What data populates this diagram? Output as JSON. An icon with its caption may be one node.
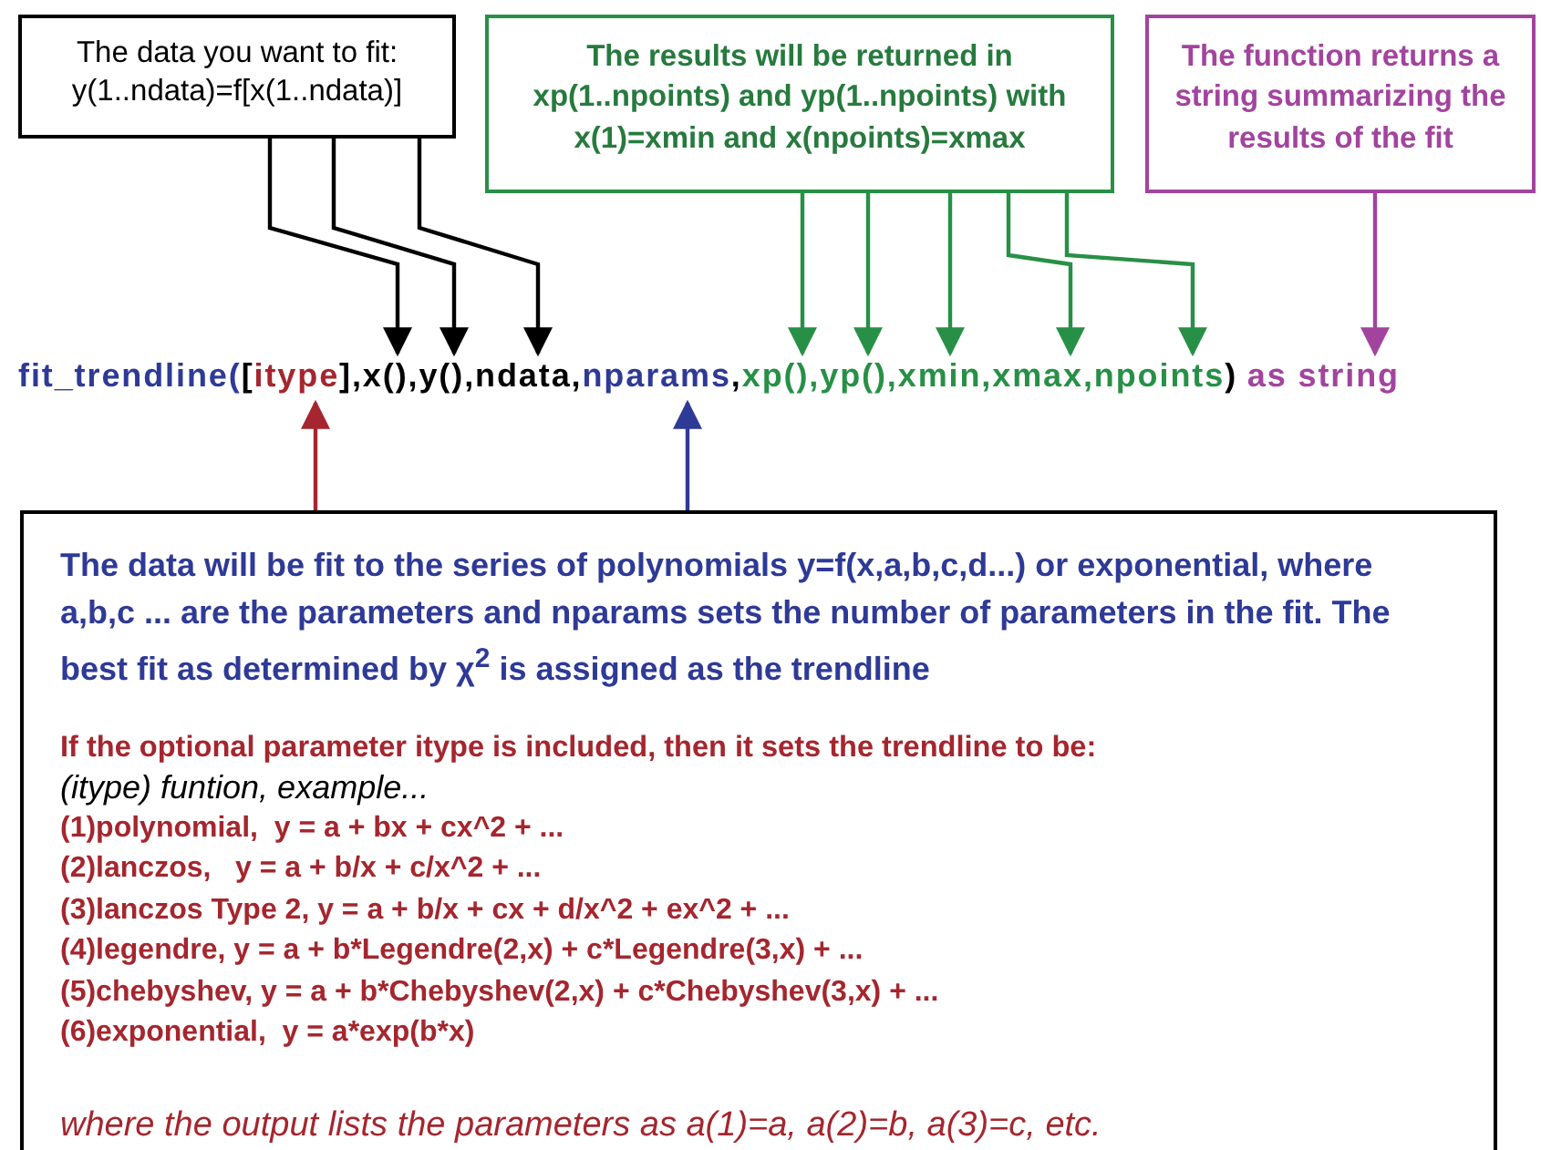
{
  "diagram": {
    "nodes": [
      {
        "text": [
          "The data you want to fit: y(1..ndata)=f[x(1..ndata)]"
        ]
      },
      {
        "text": [
          "The results will be returned in xp(1..npoints) and yp(1..npoints) with x(1)=xmin and x(npoints)=xmax"
        ]
      },
      {
        "text": [
          "The function returns a string summarizing the results of the fit"
        ]
      },
      {
        "text": [
          "fit_trendline(",
          "[",
          "itype",
          "],x(),y(),ndata,",
          "nparams",
          ",",
          "xp(),yp(),xmin,xmax,npoints",
          ")",
          "as string"
        ]
      },
      {
        "text": [
          "The data will be fit to the series of polynomials y=f(x,a,b,c,d...) or exponential, where a,b,c ... are the parameters and nparams sets the number of parameters in the fit.  The best fit as determined by χ$^{2}$ is assigned as the trendline",
          "If the optional parameter itype is included, then it sets the trendline to be:",
          "(itype) funtion, example...",
          "(1)polynomial,  y = a + bx + cx^2 + ...",
          "(2)lanczos,   y = a + b/x + c/x^2 + ...",
          "(3)lanczos Type 2, y = a + b/x + cx + d/x^2 + ex^2 + ...",
          "(4)legendre, y = a + b*Legendre(2,x) + c*Legendre(3,x) + ...",
          "(5)chebyshev, y = a + b*Chebyshev(2,x) + c*Chebyshev(3,x) + ...",
          "(6)exponential,  y = a*exp(b*x)",
          "where the output lists the parameters as a(1)=a, a(2)=b, a(3)=c, etc."
        ]
      }
    ],
    "edges": [
      {
        "from": 0,
        "to": 3,
        "arrow": "to",
        "color": "#000000"
      },
      {
        "from": 0,
        "to": 3,
        "arrow": "to",
        "color": "#000000"
      },
      {
        "from": 0,
        "to": 3,
        "arrow": "to",
        "color": "#000000"
      },
      {
        "from": 1,
        "to": 3,
        "arrow": "to"
      },
      {
        "from": 1,
        "to": 3,
        "arrow": "to"
      },
      {
        "from": 1,
        "to": 3,
        "arrow": "to"
      },
      {
        "from": 1,
        "to": 3,
        "arrow": "to"
      },
      {
        "from": 1,
        "to": 3,
        "arrow": "to"
      },
      {
        "from": 2,
        "to": 3,
        "arrow": "to",
        "color": "#a2449e"
      },
      {
        "from": 4,
        "to": 3,
        "arrow": "to",
        "color": "#a5262e"
      },
      {
        "from": 4,
        "to": 3,
        "arrow": "to",
        "color": "#2e3a96"
      }
    ]
  }
}
